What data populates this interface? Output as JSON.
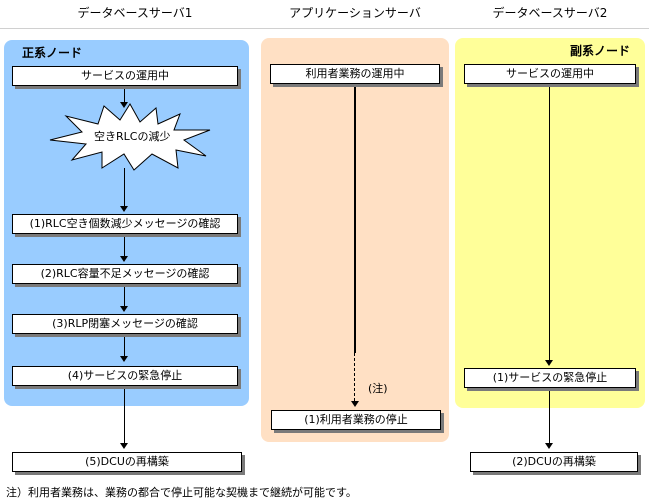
{
  "columns": {
    "db1": "データベースサーバ1",
    "app": "アプリケーションサーバ",
    "db2": "データベースサーバ2"
  },
  "colors": {
    "primary_panel": "#99ccff",
    "app_panel": "#ffe0c4",
    "secondary_panel": "#ffff99"
  },
  "primary": {
    "label": "正系ノード",
    "running": "サービスの運用中",
    "event": "空きRLCの減少",
    "step1": "(1)RLC空き個数減少メッセージの確認",
    "step2": "(2)RLC容量不足メッセージの確認",
    "step3": "(3)RLP閉塞メッセージの確認",
    "step4": "(4)サービスの緊急停止",
    "step5": "(5)DCUの再構築"
  },
  "app": {
    "running": "利用者業務の運用中",
    "note_mark": "(注)",
    "step1": "(1)利用者業務の停止"
  },
  "secondary": {
    "label": "副系ノード",
    "running": "サービスの運用中",
    "step1": "(1)サービスの緊急停止",
    "step2": "(2)DCUの再構築"
  },
  "footnote": "注）利用者業務は、業務の都合で停止可能な契機まで継続が可能です。"
}
